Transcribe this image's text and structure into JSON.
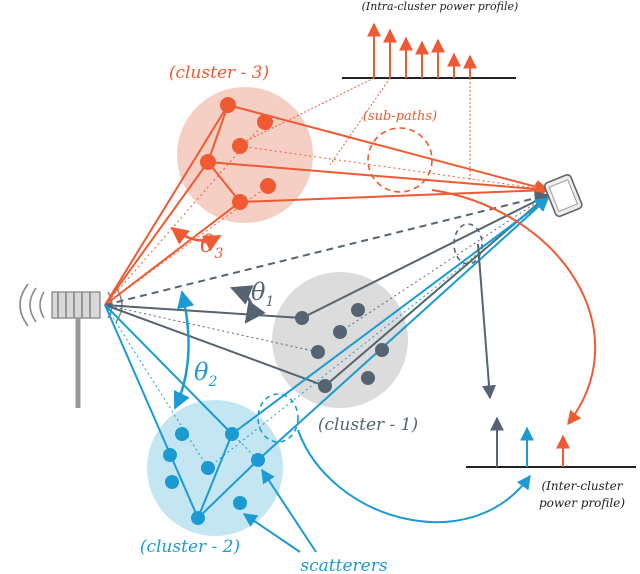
{
  "labels": {
    "cluster_3": "(cluster - 3)",
    "cluster_1": "(cluster - 1)",
    "cluster_2": "(cluster - 2)",
    "sub_paths": "(sub-paths)",
    "intra_profile": "(Intra-cluster power profile)",
    "inter_profile_line1": "(Inter-cluster",
    "inter_profile_line2": "power profile)",
    "scatterers": "scatterers",
    "theta_3_sym": "θ",
    "theta_3_sub": "3",
    "theta_1_sym": "θ",
    "theta_1_sub": "1",
    "theta_2_sym": "θ",
    "theta_2_sub": "2"
  },
  "colors": {
    "cluster_3": "#f05a32",
    "cluster_3_bg": "#f6cfc4",
    "cluster_1": "#556470",
    "cluster_1_bg": "#dcdcdc",
    "cluster_2": "#1b9bd2",
    "cluster_2_bg": "#c4e6f3",
    "axis": "#222222"
  },
  "icons": {
    "base_station": "cell-tower-icon",
    "receiver": "mobile-phone-icon"
  }
}
